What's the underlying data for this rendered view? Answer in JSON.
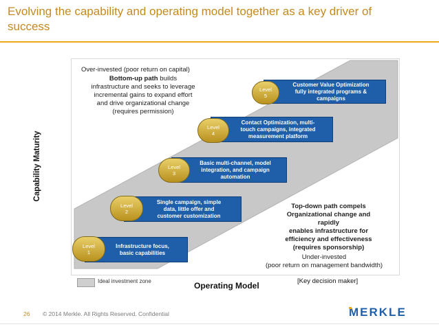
{
  "title": "Evolving the capability and operating model together as a key driver of success",
  "colors": {
    "accent": "#f0a81b",
    "level_box": "#1f5fa9",
    "level_pill": "#d4b548",
    "band": "#c8c8c8",
    "red": "#c00000"
  },
  "overinvested": {
    "heading": "Over-invested (poor return on capital)",
    "bold_line": "Bottom-up path",
    "line1_rest": " builds",
    "line2": "infrastructure and seeks to leverage",
    "line3": "incremental gains to expand effort",
    "line4": "and drive organizational change",
    "line5": "(requires permission)"
  },
  "underinvested": {
    "line1": "Top-down path compels",
    "line2": "Organizational change and",
    "line3": "rapidly",
    "line4": "enables infrastructure for",
    "line5": "efficiency and effectiveness",
    "line6": "(requires sponsorship)",
    "red1": "Under-invested",
    "red2": "(poor return on management bandwidth)"
  },
  "levels": [
    {
      "pill_word": "Level",
      "pill_num": "1",
      "line1": "Infrastructure focus,",
      "line2": "basic capabilities",
      "line3": ""
    },
    {
      "pill_word": "Level",
      "pill_num": "2",
      "line1": "Single campaign, simple",
      "line2": "data, little offer and",
      "line3": "customer customization"
    },
    {
      "pill_word": "Level",
      "pill_num": "3",
      "line1": "Basic multi-channel, model",
      "line2": "integration, and campaign",
      "line3": "automation"
    },
    {
      "pill_word": "Level",
      "pill_num": "4",
      "line1": "Contact Optimization, multi-",
      "line2": "touch campaigns, integrated",
      "line3": "measurement platform"
    },
    {
      "pill_word": "Level",
      "pill_num": "5",
      "line1": "Customer Value Optimization",
      "line2": "fully integrated programs &",
      "line3": "campaigns"
    }
  ],
  "axes": {
    "y_label": "Capability Maturity",
    "x_label": "Operating Model"
  },
  "legend": {
    "label": "Ideal investment zone"
  },
  "key_note": "[Key decision maker]",
  "footer": {
    "page": "26",
    "copyright": "© 2014 Merkle. All Rights Reserved. Confidential"
  },
  "logo": {
    "text": "MERKLE"
  }
}
